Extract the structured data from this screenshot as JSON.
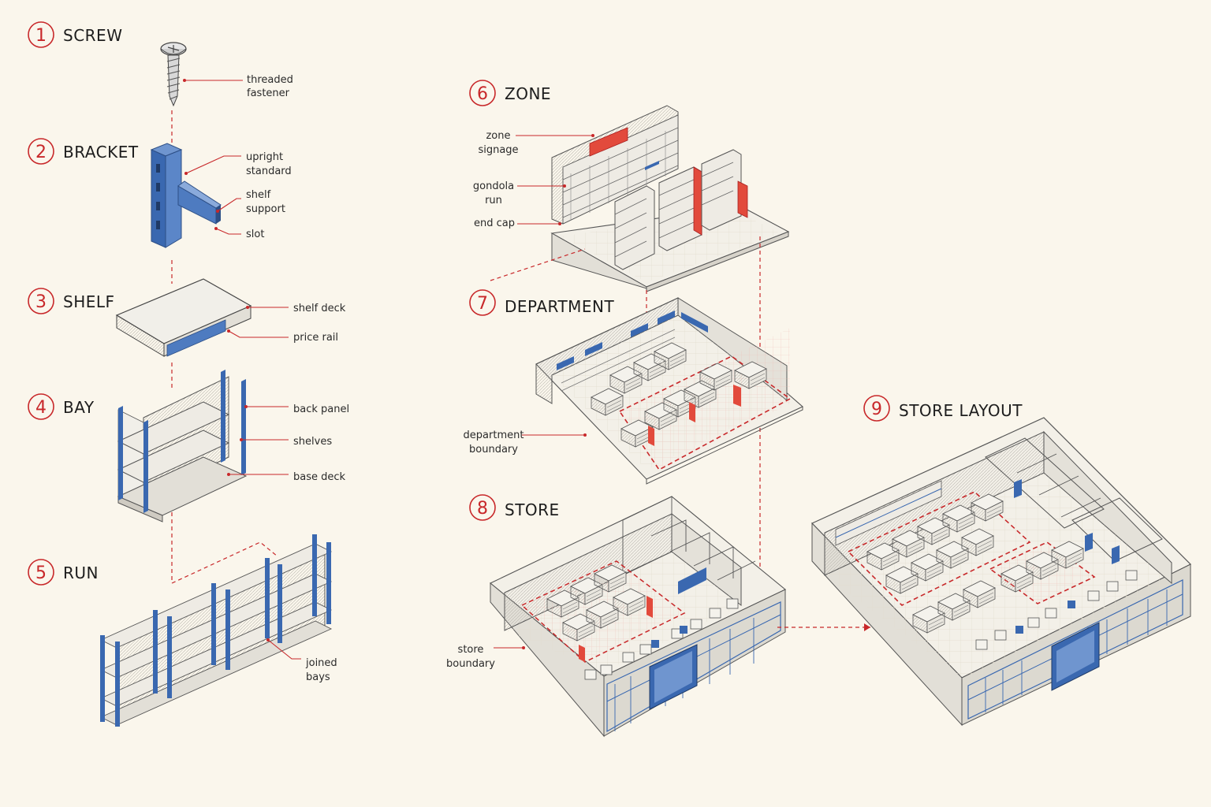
{
  "colors": {
    "accent_red": "#c8282a",
    "accent_blue": "#3a68b0",
    "background": "#faf6ec",
    "ink": "#2a2a2a"
  },
  "steps": [
    {
      "num": "1",
      "title": "SCREW",
      "callouts": [
        "threaded fastener"
      ]
    },
    {
      "num": "2",
      "title": "BRACKET",
      "callouts": [
        "upright standard",
        "shelf support",
        "slot"
      ]
    },
    {
      "num": "3",
      "title": "SHELF",
      "callouts": [
        "shelf deck",
        "price rail"
      ]
    },
    {
      "num": "4",
      "title": "BAY",
      "callouts": [
        "back panel",
        "shelves",
        "base deck"
      ]
    },
    {
      "num": "5",
      "title": "RUN",
      "callouts": [
        "joined bays"
      ]
    },
    {
      "num": "6",
      "title": "ZONE",
      "callouts": [
        "zone signage",
        "gondola run",
        "end cap"
      ]
    },
    {
      "num": "7",
      "title": "DEPARTMENT",
      "callouts": [
        "department boundary"
      ]
    },
    {
      "num": "8",
      "title": "STORE",
      "callouts": [
        "store boundary"
      ]
    },
    {
      "num": "9",
      "title": "STORE LAYOUT",
      "callouts": []
    }
  ]
}
